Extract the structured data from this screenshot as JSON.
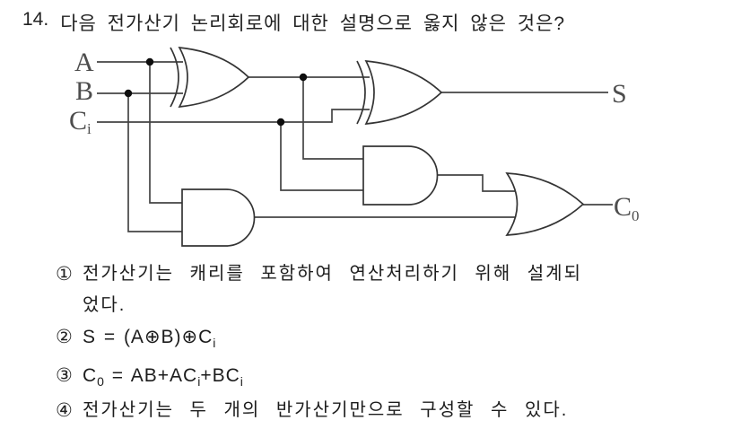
{
  "question": {
    "number": "14.",
    "text": "다음 전가산기 논리회로에 대한 설명으로 옳지 않은 것은?"
  },
  "circuit": {
    "description": "full-adder logic circuit",
    "inputs": [
      {
        "main": "A",
        "sub": ""
      },
      {
        "main": "B",
        "sub": ""
      },
      {
        "main": "C",
        "sub": "i"
      }
    ],
    "outputs": [
      {
        "main": "S",
        "sub": ""
      },
      {
        "main": "C",
        "sub": "0"
      }
    ],
    "gates": [
      {
        "name": "xor-gate-1",
        "type": "XOR"
      },
      {
        "name": "xor-gate-2",
        "type": "XOR"
      },
      {
        "name": "and-gate-1",
        "type": "AND"
      },
      {
        "name": "and-gate-2",
        "type": "AND"
      },
      {
        "name": "or-gate-1",
        "type": "OR"
      }
    ]
  },
  "choices": [
    {
      "marker": "①",
      "lines": [
        "전가산기는 캐리를 포함하여 연산처리하기 위해 설계되",
        "었다."
      ]
    },
    {
      "marker": "②",
      "formula": [
        {
          "t": "S = (A⊕B)⊕C"
        },
        {
          "t": "i",
          "sub": true
        }
      ]
    },
    {
      "marker": "③",
      "formula": [
        {
          "t": "C"
        },
        {
          "t": "0",
          "sub": true
        },
        {
          "t": " = AB+AC"
        },
        {
          "t": "i",
          "sub": true
        },
        {
          "t": "+BC"
        },
        {
          "t": "i",
          "sub": true
        }
      ]
    },
    {
      "marker": "④",
      "lines": [
        "전가산기는 두 개의 반가산기만으로 구성할 수 있다."
      ]
    }
  ]
}
